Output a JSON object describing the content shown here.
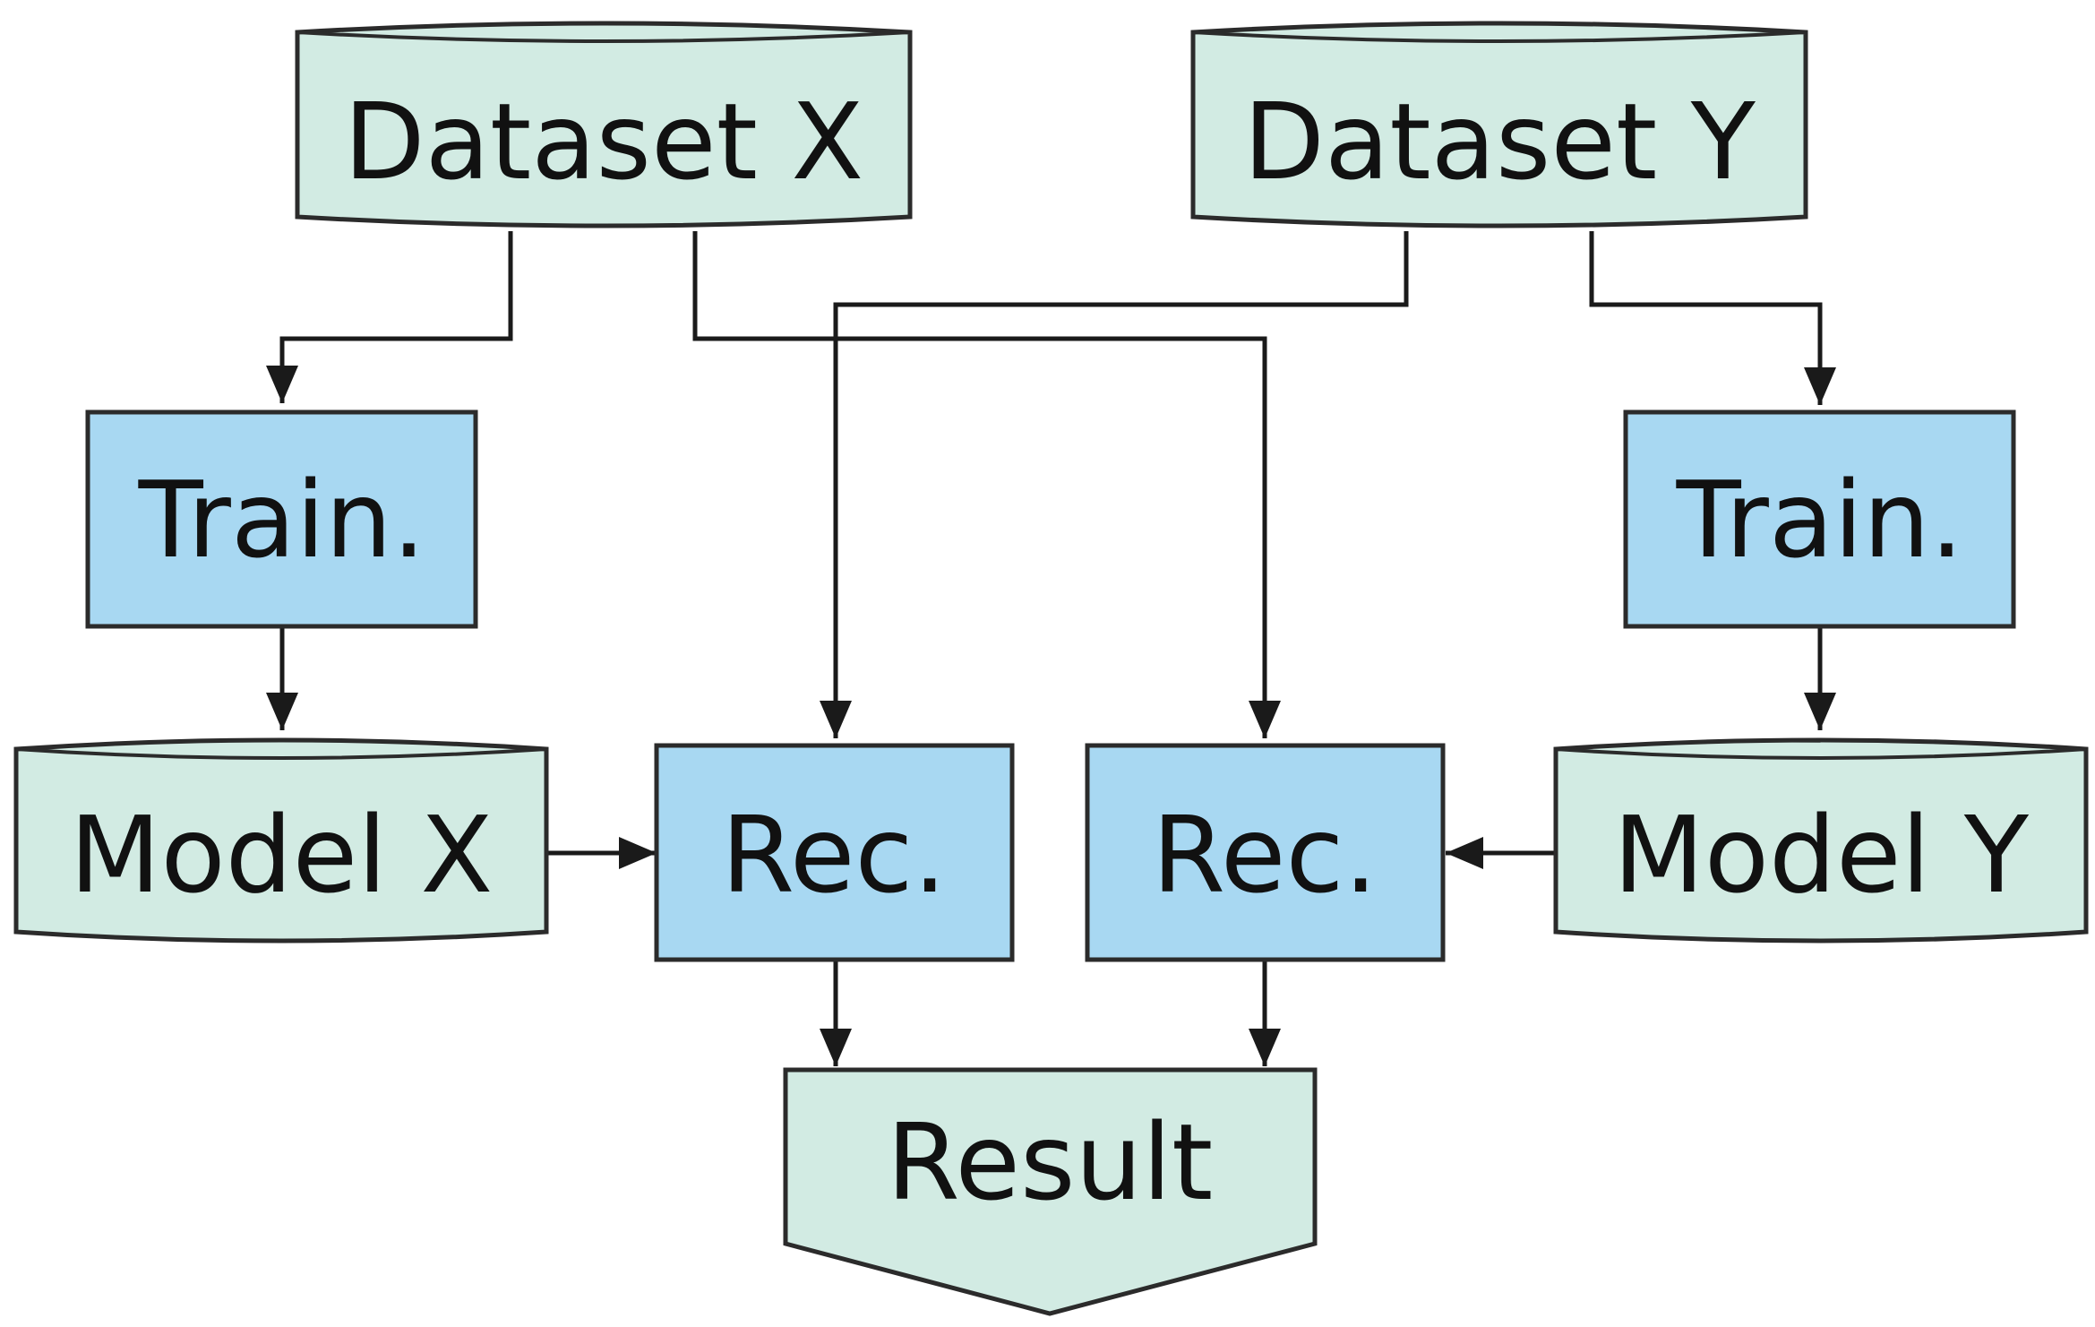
{
  "colors": {
    "data_fill": "#d2ebe3",
    "process_fill": "#a8d8f2",
    "stroke": "#2b2b2b",
    "edge": "#1a1a1a",
    "text": "#111111"
  },
  "nodes": {
    "dataset_x": {
      "label": "Dataset X",
      "kind": "cylinder",
      "icon": "database-icon"
    },
    "dataset_y": {
      "label": "Dataset Y",
      "kind": "cylinder",
      "icon": "database-icon"
    },
    "train_x": {
      "label": "Train.",
      "kind": "process"
    },
    "train_y": {
      "label": "Train.",
      "kind": "process"
    },
    "model_x": {
      "label": "Model X",
      "kind": "cylinder",
      "icon": "database-icon"
    },
    "model_y": {
      "label": "Model Y",
      "kind": "cylinder",
      "icon": "database-icon"
    },
    "rec_x": {
      "label": "Rec.",
      "kind": "process"
    },
    "rec_y": {
      "label": "Rec.",
      "kind": "process"
    },
    "result": {
      "label": "Result",
      "kind": "offpage",
      "icon": "offpage-connector-icon"
    }
  },
  "edges": [
    {
      "from": "dataset_x",
      "to": "train_x"
    },
    {
      "from": "dataset_x",
      "to": "rec_y"
    },
    {
      "from": "dataset_y",
      "to": "rec_x"
    },
    {
      "from": "dataset_y",
      "to": "train_y"
    },
    {
      "from": "train_x",
      "to": "model_x"
    },
    {
      "from": "train_y",
      "to": "model_y"
    },
    {
      "from": "model_x",
      "to": "rec_x"
    },
    {
      "from": "model_y",
      "to": "rec_y"
    },
    {
      "from": "rec_x",
      "to": "result"
    },
    {
      "from": "rec_y",
      "to": "result"
    }
  ]
}
